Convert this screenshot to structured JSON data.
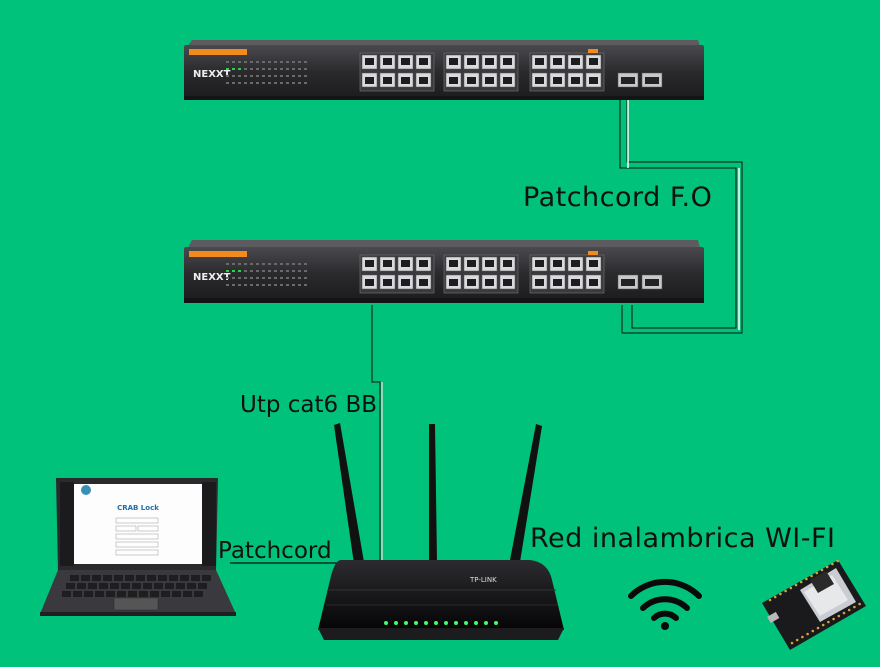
{
  "diagram": {
    "labels": {
      "fiber_patchcord": "Patchcord F.O",
      "utp_link": "Utp cat6 BB",
      "laptop_patchcord": "Patchcord",
      "wireless": "Red inalambrica WI-FI"
    },
    "switch_brand": "NEXXT",
    "router_brand": "TP-LINK",
    "laptop_screen_title": "CRAB Lock"
  },
  "colors": {
    "background": "#00c27a",
    "switch_body": "#2b2b2e",
    "router_body": "#0d0d0f",
    "router_leds": "#3cff6a"
  },
  "icons": [
    "switch-icon",
    "router-icon",
    "laptop-icon",
    "wifi-icon",
    "esp32-board-icon"
  ]
}
